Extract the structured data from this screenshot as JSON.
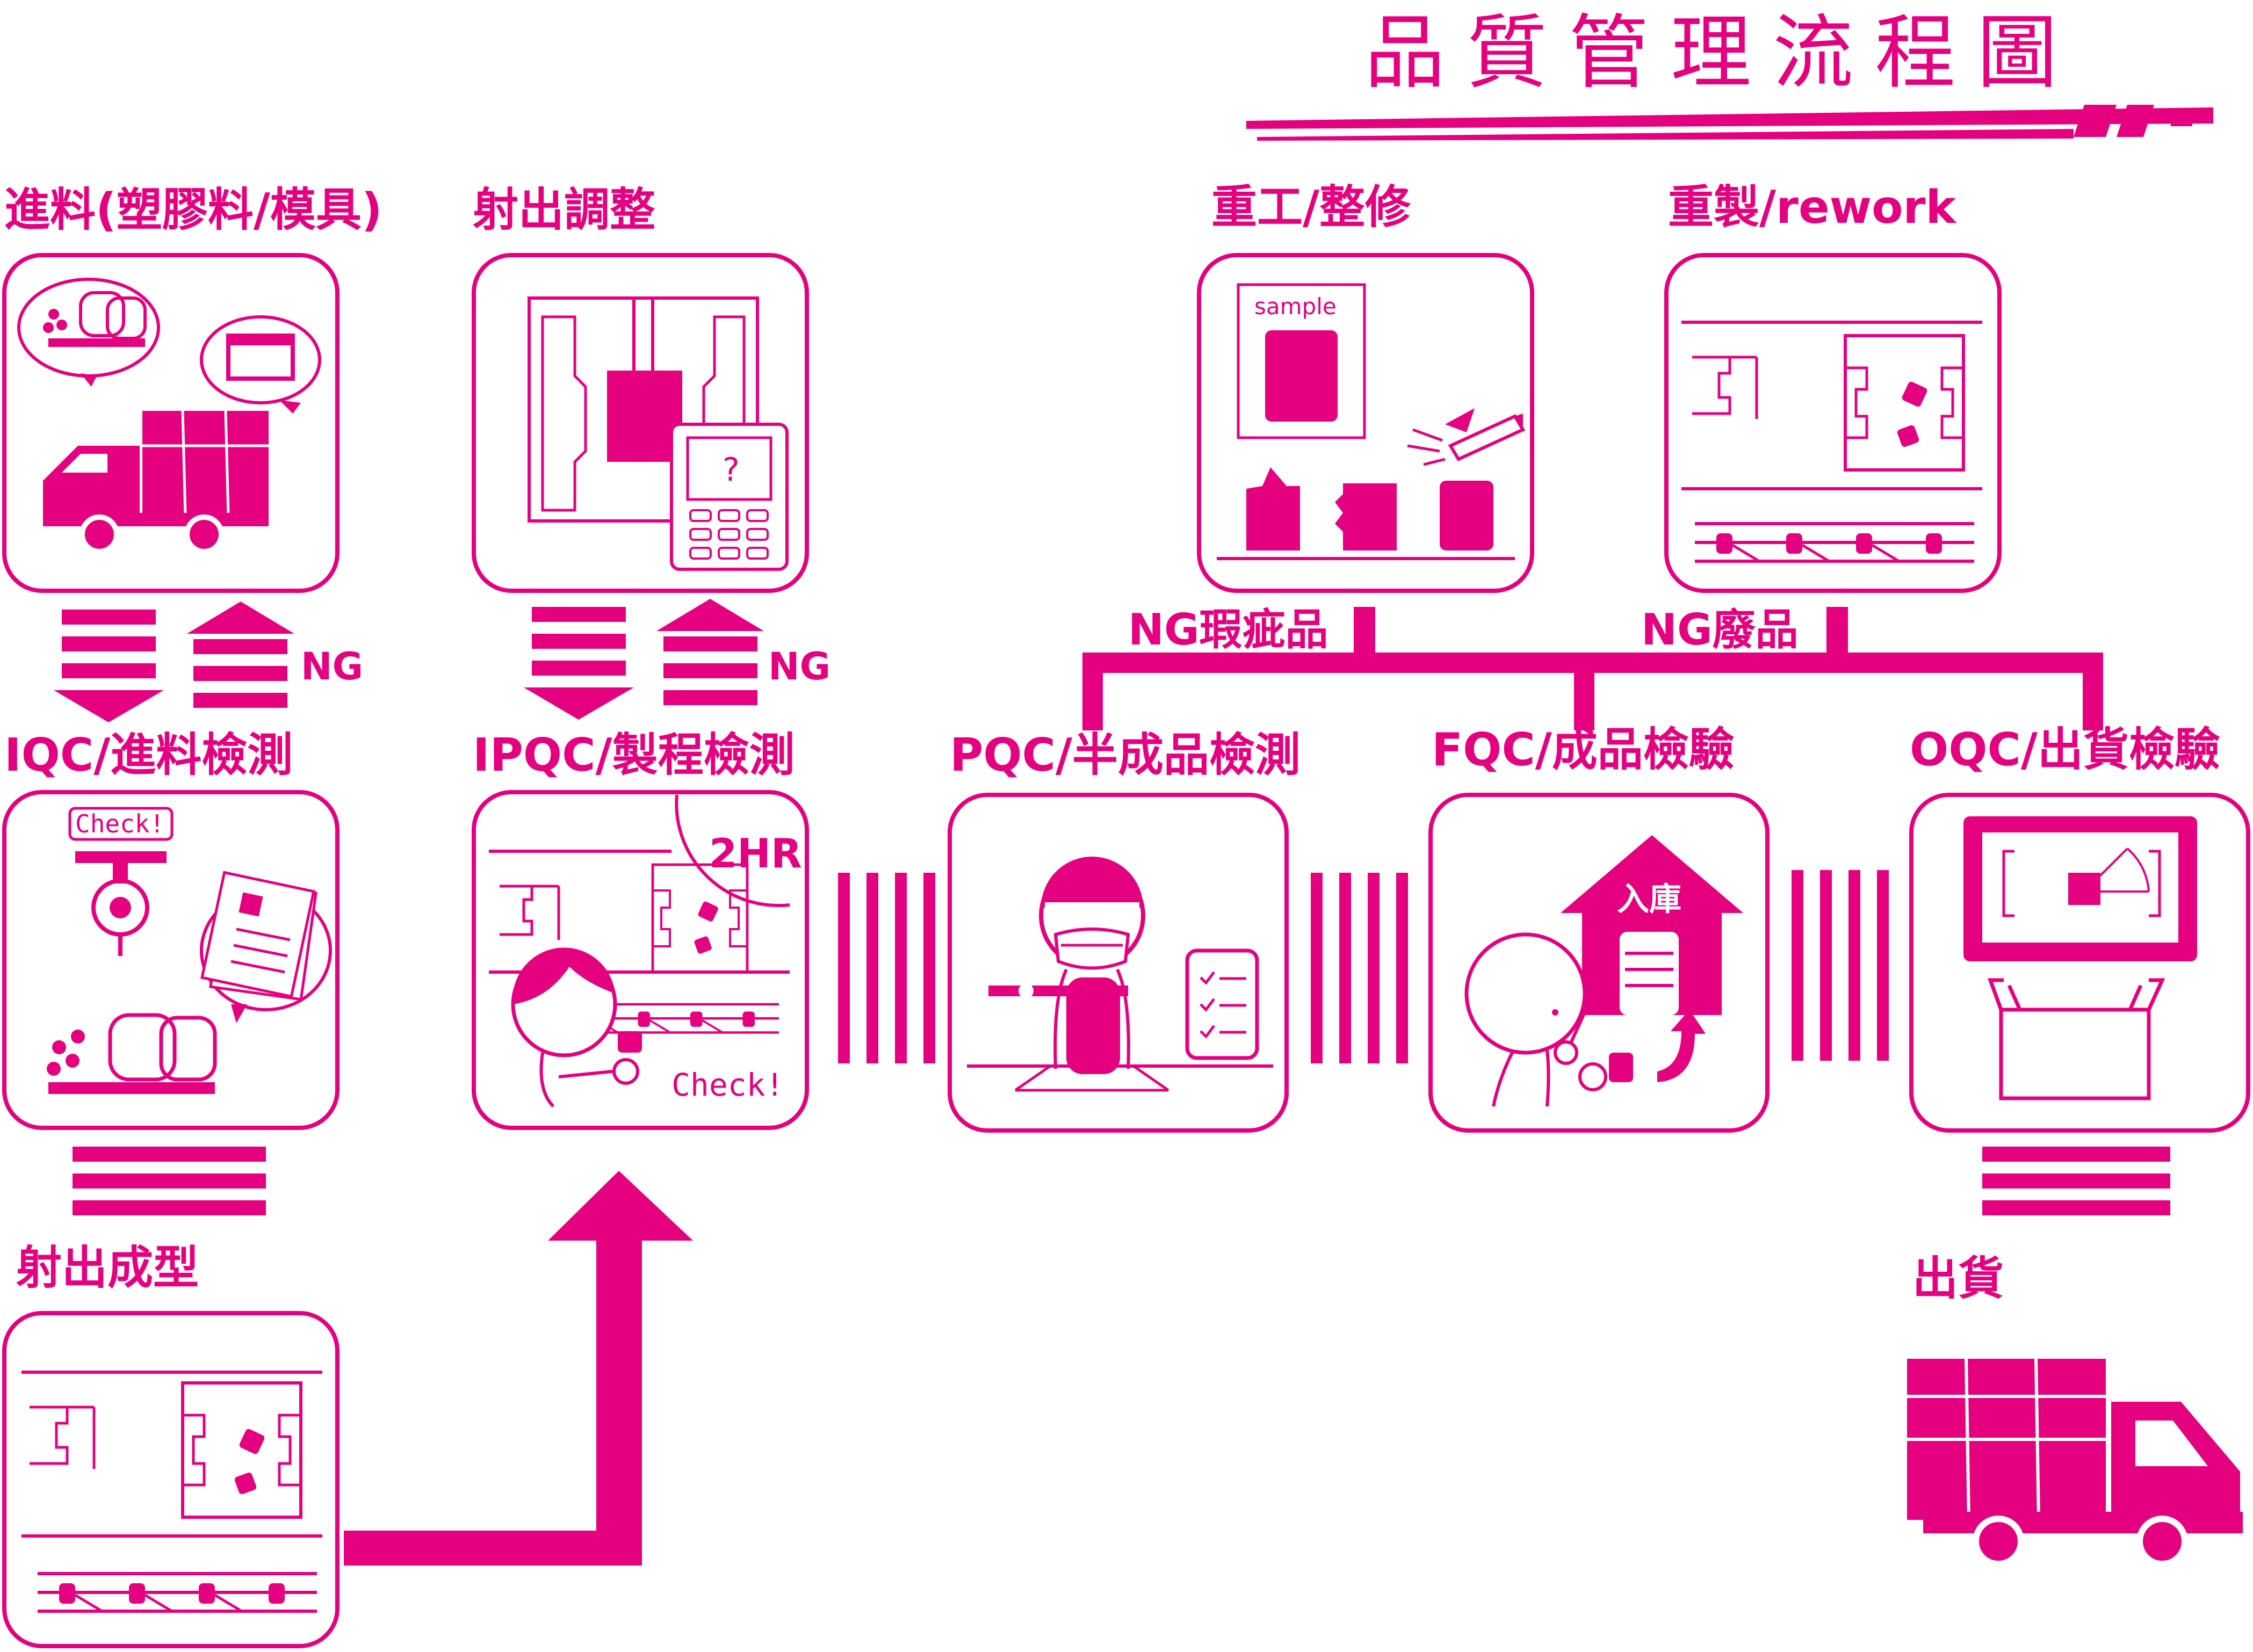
{
  "title": "品質管理流程圖",
  "colors": {
    "accent": "#E4007F",
    "background": "#FFFFFF"
  },
  "stations": {
    "incoming": "進料(塑膠料/模具)",
    "injection_adjust": "射出調整",
    "iqc": "IQC/進料檢測",
    "ipqc": "IPQC/製程檢測",
    "pqc": "PQC/半成品檢測",
    "fqc": "FQC/成品檢驗",
    "oqc": "OQC/出貨檢驗",
    "molding": "射出成型",
    "rework_repair": "重工/整修",
    "remake": "重製/rework",
    "shipping": "出貨"
  },
  "flags": {
    "ng_iqc": "NG",
    "ng_ipqc": "NG",
    "ng_defect": "NG瑕疵品",
    "ng_scrap": "NG廢品"
  },
  "illustrations": {
    "iqc_check": "Check!",
    "ipqc_interval": "2HR",
    "ipqc_check": "Check!",
    "adjust_question": "?",
    "rework_sample": "sample",
    "fqc_warehouse": "入庫"
  },
  "icons": [
    "truck-icon",
    "pellet-bag-icon",
    "mold-icon",
    "injection-machine-icon",
    "handheld-controller-icon",
    "scale-probe-icon",
    "document-icon",
    "mold-cavity-icon",
    "conveyor-icon",
    "worker-icon",
    "caliper-icon",
    "checklist-icon",
    "warehouse-icon",
    "monitor-icon",
    "box-icon",
    "sample-sheet-icon",
    "defect-part-icon",
    "tool-icon"
  ]
}
